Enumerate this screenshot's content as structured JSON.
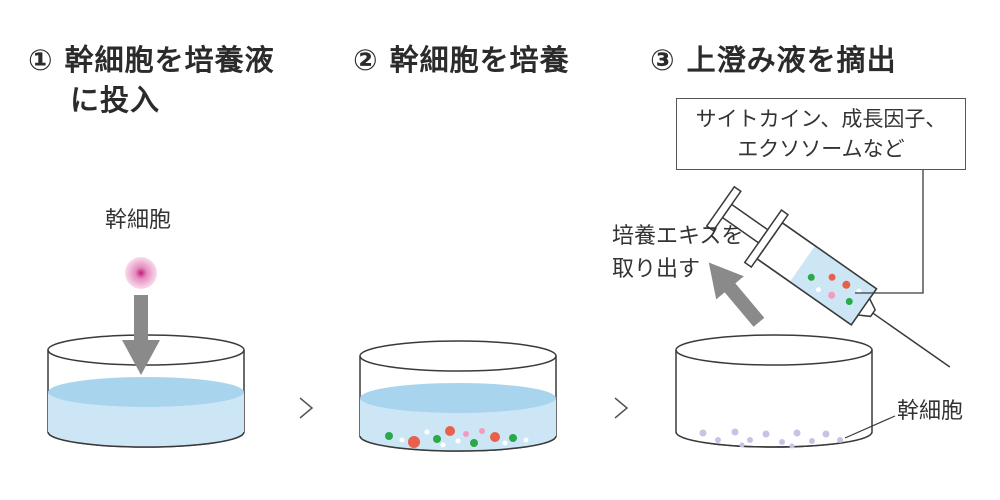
{
  "steps": [
    {
      "title_line1": "① 幹細胞を培養液",
      "title_line2": "に投入"
    },
    {
      "title": "② 幹細胞を培養"
    },
    {
      "title": "③ 上澄み液を摘出"
    }
  ],
  "labels": {
    "stem_cell_1": "幹細胞",
    "extract_line1": "培養エキスを",
    "extract_line2": "取り出す",
    "stem_cell_3": "幹細胞"
  },
  "callout": {
    "line1": "サイトカイン、成長因子、",
    "line2": "エクソソームなど"
  },
  "colors": {
    "liquid": "#cce6f5",
    "arrow_gray": "#8a8a8a",
    "cell_pink": "#e58bbd",
    "particle_red": "#e8604a",
    "particle_green": "#2aa84a",
    "particle_pink": "#f29bc0",
    "particle_lavender": "#c9c3e3"
  },
  "icons": [
    "chevron-right-icon",
    "down-arrow-icon",
    "up-right-arrow-icon",
    "syringe-icon",
    "dish-icon"
  ]
}
